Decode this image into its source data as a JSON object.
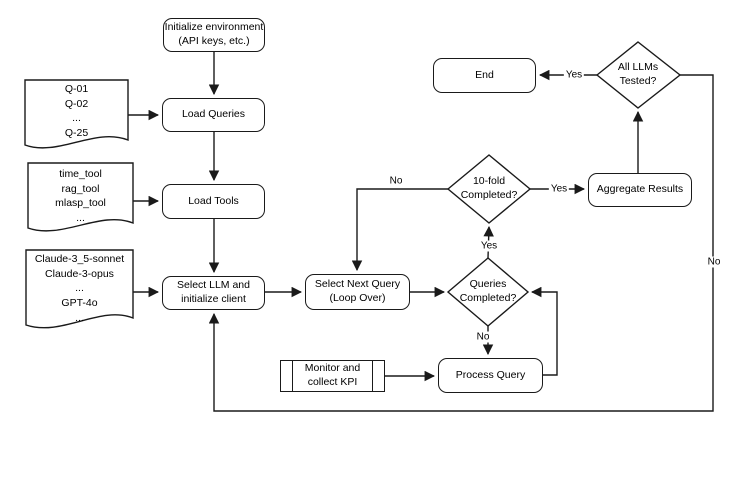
{
  "diagram": {
    "type": "flowchart",
    "nodes": {
      "init_env": {
        "label": "Initialize environment\n(API keys, etc.)"
      },
      "load_queries": {
        "label": "Load Queries"
      },
      "load_tools": {
        "label": "Load Tools"
      },
      "select_llm": {
        "label": "Select LLM and\ninitialize client"
      },
      "select_next_query": {
        "label": "Select Next Query\n(Loop Over)"
      },
      "process_query": {
        "label": "Process Query"
      },
      "monitor_kpi": {
        "label": "Monitor and\ncollect KPI"
      },
      "aggregate_results": {
        "label": "Aggregate Results"
      },
      "end": {
        "label": "End"
      }
    },
    "documents": {
      "queries_doc": {
        "label": "Q-01\nQ-02\n...\nQ-25"
      },
      "tools_doc": {
        "label": "time_tool\nrag_tool\nmlasp_tool\n..."
      },
      "llms_doc": {
        "label": "Claude-3_5-sonnet\nClaude-3-opus\n...\nGPT-4o\n..."
      }
    },
    "decisions": {
      "queries_completed": {
        "label": "Queries\nCompleted?"
      },
      "tenfold_completed": {
        "label": "10-fold\nCompleted?"
      },
      "all_llms_tested": {
        "label": "All LLMs\nTested?"
      }
    },
    "edge_labels": {
      "queries_yes": "Yes",
      "queries_no": "No",
      "tenfold_yes": "Yes",
      "tenfold_no": "No",
      "all_llms_yes": "Yes",
      "all_llms_no": "No"
    },
    "colors": {
      "stroke": "#1a1a1a",
      "fill": "#ffffff",
      "text": "#000000"
    }
  }
}
